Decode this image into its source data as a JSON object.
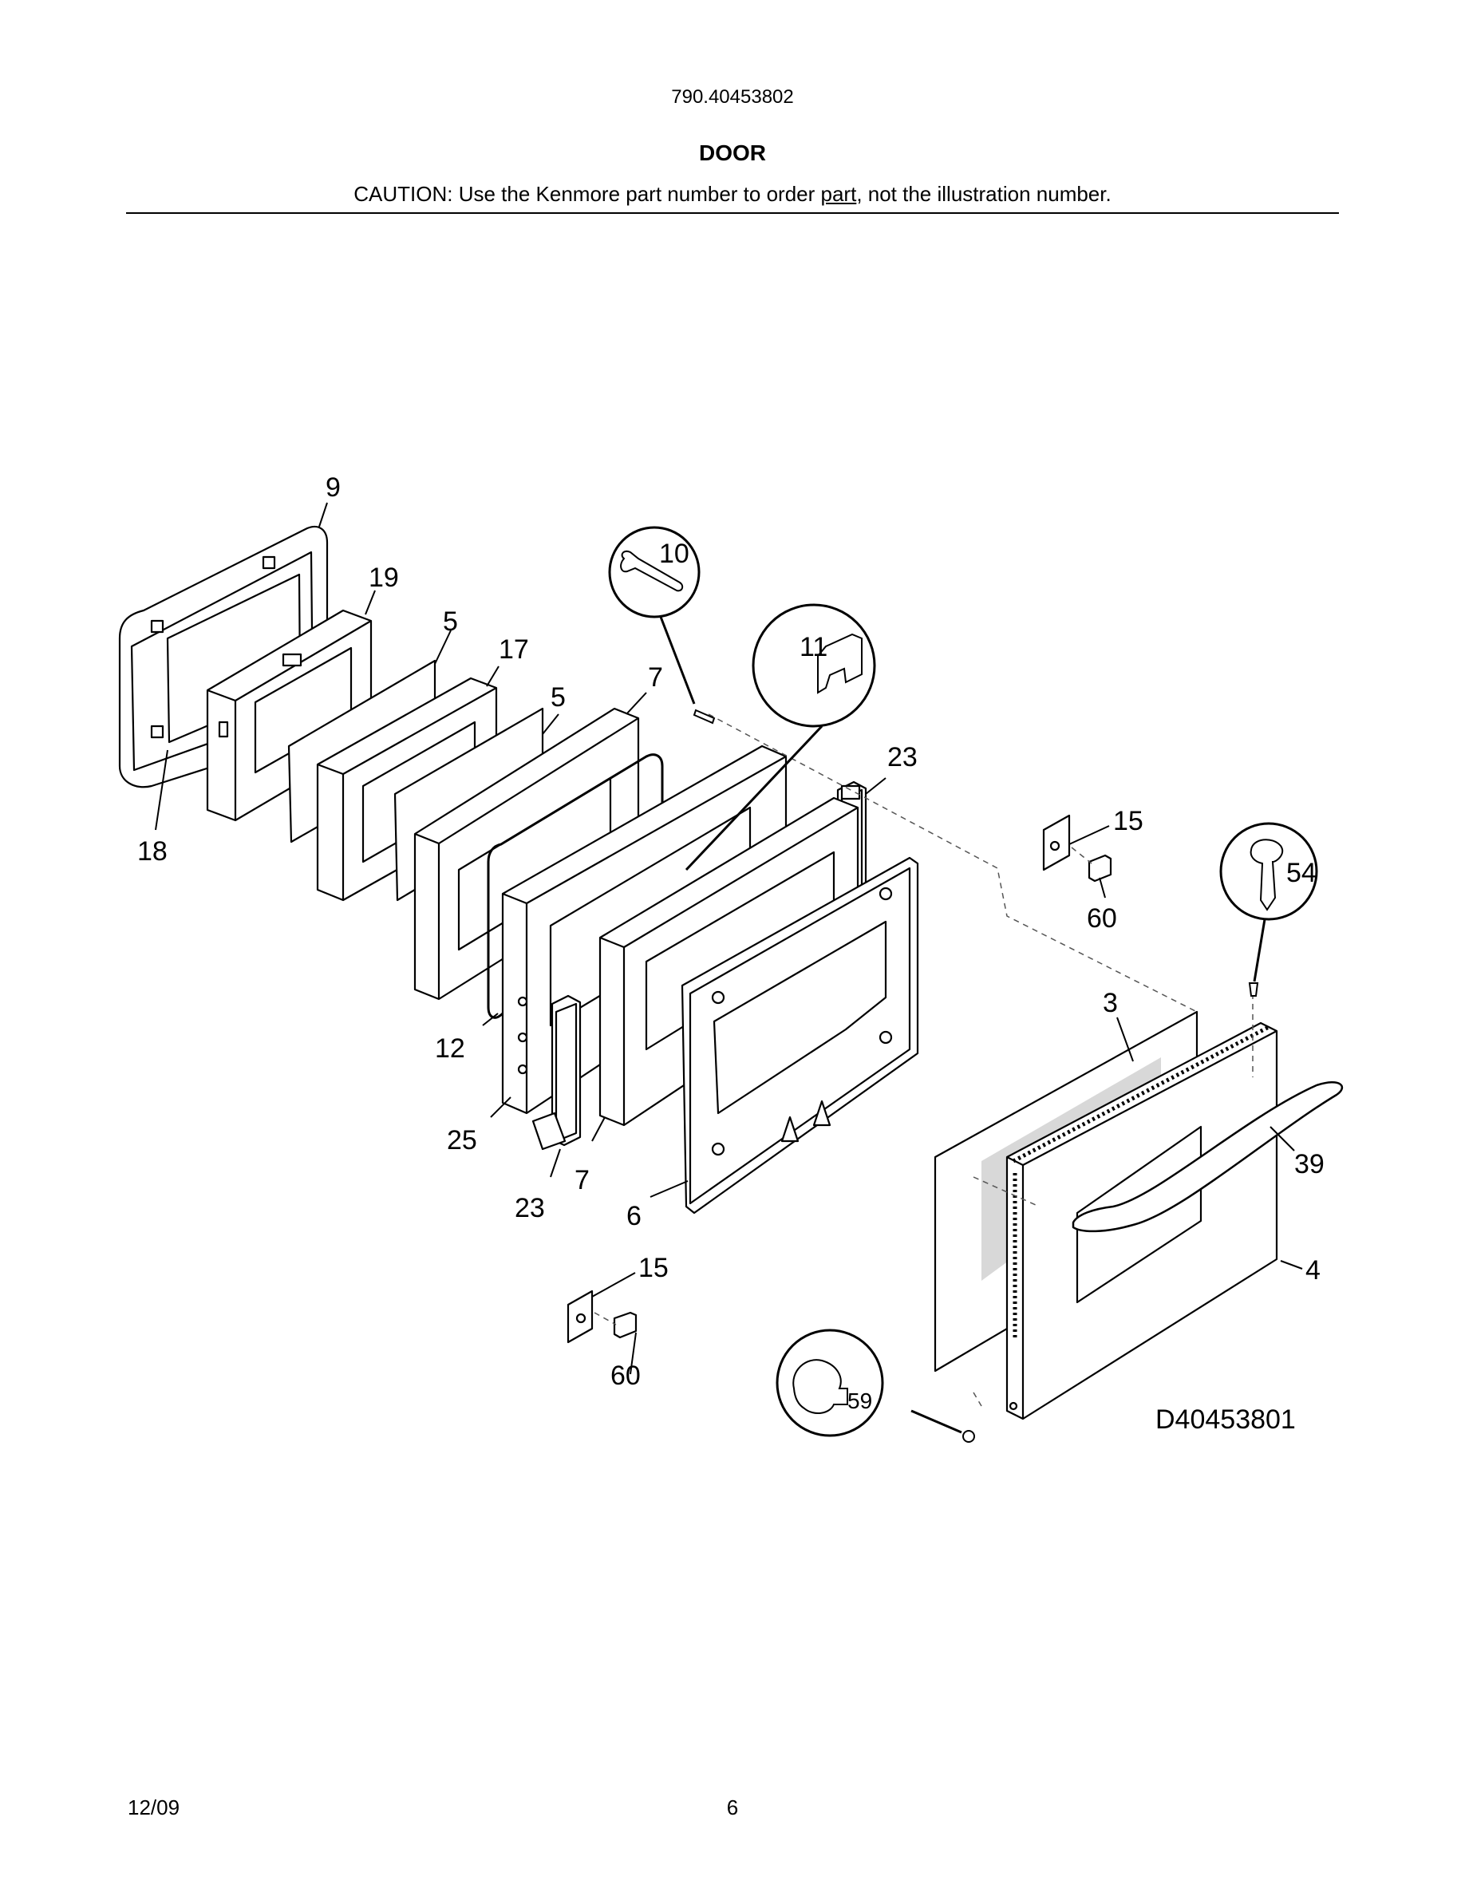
{
  "header": {
    "model_number": "790.40453802",
    "section_title": "DOOR",
    "caution_prefix": "CAUTION: Use the Kenmore part number to order ",
    "caution_underlined": "part",
    "caution_suffix": ", not the illustration number."
  },
  "diagram": {
    "drawing_code": "D40453801",
    "callouts": {
      "c9": "9",
      "c19": "19",
      "c5a": "5",
      "c17": "17",
      "c5b": "5",
      "c7a": "7",
      "c10": "10",
      "c11": "11",
      "c23a": "23",
      "c18": "18",
      "c15a": "15",
      "c60a": "60",
      "c54": "54",
      "c3": "3",
      "c12": "12",
      "c25": "25",
      "c7b": "7",
      "c23b": "23",
      "c6": "6",
      "c39": "39",
      "c15b": "15",
      "c60b": "60",
      "c4": "4",
      "c59": "59"
    }
  },
  "footer": {
    "date": "12/09",
    "page_number": "6"
  }
}
